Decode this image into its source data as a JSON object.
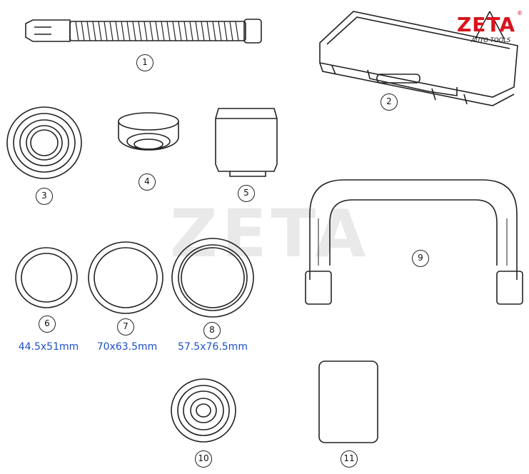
{
  "brand": {
    "name": "ZETA",
    "tagline": "AUTO TOOLS",
    "registered_mark": "®",
    "color": "#d9141e"
  },
  "watermark": "ZETA",
  "parts": [
    {
      "number": "1",
      "kind": "threaded spindle"
    },
    {
      "number": "2",
      "kind": "carrying case"
    },
    {
      "number": "3",
      "kind": "receiver cup"
    },
    {
      "number": "4",
      "kind": "adapter ring"
    },
    {
      "number": "5",
      "kind": "sleeve"
    },
    {
      "number": "6",
      "kind": "adapter ring",
      "size": "44.5x51mm"
    },
    {
      "number": "7",
      "kind": "adapter ring",
      "size": "70x63.5mm"
    },
    {
      "number": "8",
      "kind": "adapter ring",
      "size": "57.5x76.5mm"
    },
    {
      "number": "9",
      "kind": "u-frame"
    },
    {
      "number": "10",
      "kind": "pressing cup"
    },
    {
      "number": "11",
      "kind": "plate"
    }
  ],
  "size_color": "#1d4fc8"
}
